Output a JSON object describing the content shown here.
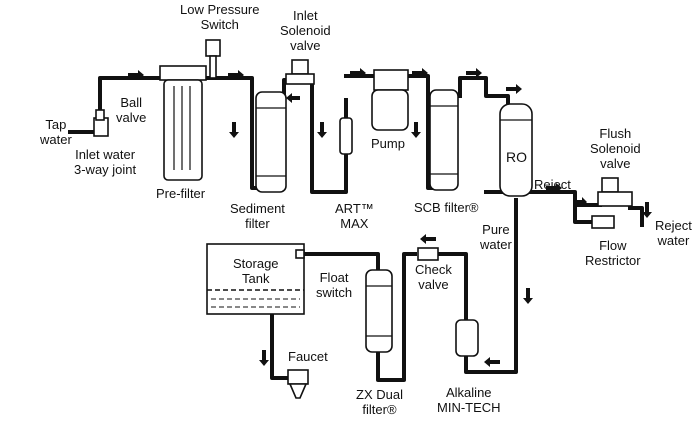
{
  "labels": {
    "low_pressure_switch": [
      "Low Pressure",
      "Switch"
    ],
    "inlet_solenoid_valve": [
      "Inlet",
      "Solenoid",
      "valve"
    ],
    "ball_valve": [
      "Ball",
      "valve"
    ],
    "tap_water": [
      "Tap",
      "water"
    ],
    "inlet_water_joint": [
      "Inlet water",
      "3-way joint"
    ],
    "pre_filter": "Pre-filter",
    "sediment_filter": [
      "Sediment",
      "filter"
    ],
    "art_max": [
      "ART™",
      "MAX"
    ],
    "pump": "Pump",
    "scb_filter": "SCB filter®",
    "ro": "RO",
    "reject": "Reject",
    "flush_solenoid_valve": [
      "Flush",
      "Solenoid",
      "valve"
    ],
    "reject_water": [
      "Reject",
      "water"
    ],
    "flow_restrictor": [
      "Flow",
      "Restrictor"
    ],
    "pure_water": [
      "Pure",
      "water"
    ],
    "check_valve": [
      "Check",
      "valve"
    ],
    "storage_tank": [
      "Storage",
      "Tank"
    ],
    "float_switch": [
      "Float",
      "switch"
    ],
    "faucet": "Faucet",
    "zx_dual_filter": [
      "ZX Dual",
      "filter®"
    ],
    "alkaline_min_tech": [
      "Alkaline",
      "MIN-TECH"
    ]
  }
}
